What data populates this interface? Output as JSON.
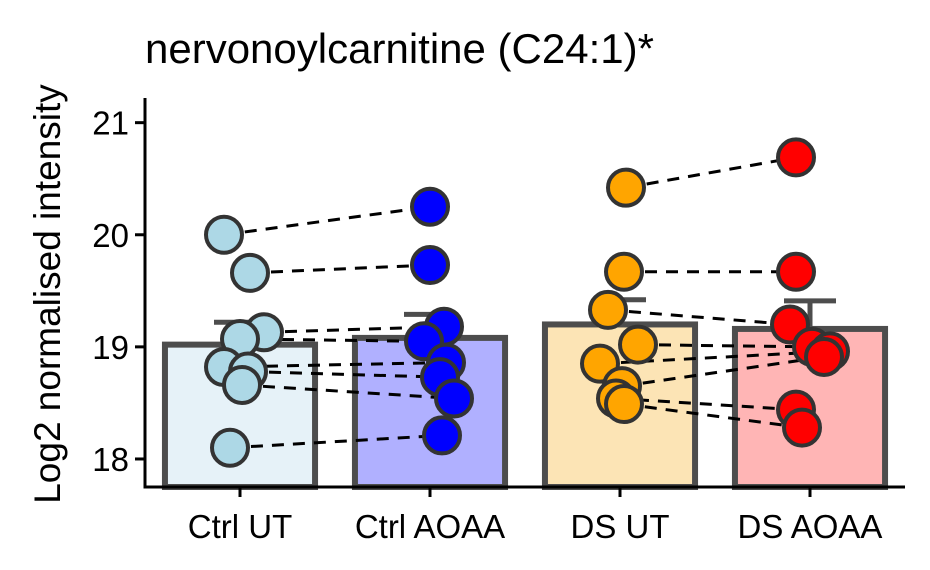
{
  "chart_data": {
    "type": "bar",
    "title": "nervonoylcarnitine (C24:1)*",
    "xlabel": "",
    "ylabel": "Log2 normalised intensity",
    "ylim": [
      17.75,
      21.22
    ],
    "yticks": [
      18,
      19,
      20,
      21
    ],
    "categories": [
      "Ctrl UT",
      "Ctrl AOAA",
      "DS UT",
      "DS AOAA"
    ],
    "values": [
      19.02,
      19.08,
      19.2,
      19.16
    ],
    "error_upper": [
      19.22,
      19.29,
      19.42,
      19.41
    ],
    "bar_colors": [
      "#e6f2f8",
      "#b0b0ff",
      "#fce4b5",
      "#ffb5b5"
    ],
    "point_colors": [
      "#add8e6",
      "#0000ff",
      "#ffa500",
      "#ff0000"
    ],
    "points": [
      [
        20.0,
        19.66,
        19.13,
        19.07,
        18.82,
        18.78,
        18.66,
        18.1
      ],
      [
        20.25,
        19.73,
        19.18,
        19.05,
        18.86,
        18.73,
        18.54,
        18.21
      ],
      [
        20.42,
        19.67,
        19.33,
        19.02,
        18.85,
        18.65,
        18.54,
        18.49
      ],
      [
        20.69,
        19.67,
        19.2,
        19.0,
        18.96,
        18.91,
        18.44,
        18.28
      ]
    ],
    "pairs": [
      [
        [
          0,
          0
        ],
        [
          1,
          0
        ]
      ],
      [
        [
          0,
          1
        ],
        [
          1,
          1
        ]
      ],
      [
        [
          0,
          2
        ],
        [
          1,
          2
        ]
      ],
      [
        [
          0,
          3
        ],
        [
          1,
          3
        ]
      ],
      [
        [
          0,
          4
        ],
        [
          1,
          4
        ]
      ],
      [
        [
          0,
          5
        ],
        [
          1,
          5
        ]
      ],
      [
        [
          0,
          6
        ],
        [
          1,
          6
        ]
      ],
      [
        [
          0,
          7
        ],
        [
          1,
          7
        ]
      ],
      [
        [
          2,
          0
        ],
        [
          3,
          0
        ]
      ],
      [
        [
          2,
          1
        ],
        [
          3,
          1
        ]
      ],
      [
        [
          2,
          2
        ],
        [
          3,
          2
        ]
      ],
      [
        [
          2,
          3
        ],
        [
          3,
          3
        ]
      ],
      [
        [
          2,
          4
        ],
        [
          3,
          4
        ]
      ],
      [
        [
          2,
          5
        ],
        [
          3,
          5
        ]
      ],
      [
        [
          2,
          6
        ],
        [
          3,
          6
        ]
      ],
      [
        [
          2,
          7
        ],
        [
          3,
          7
        ]
      ]
    ],
    "grid": false,
    "legend": "none"
  }
}
